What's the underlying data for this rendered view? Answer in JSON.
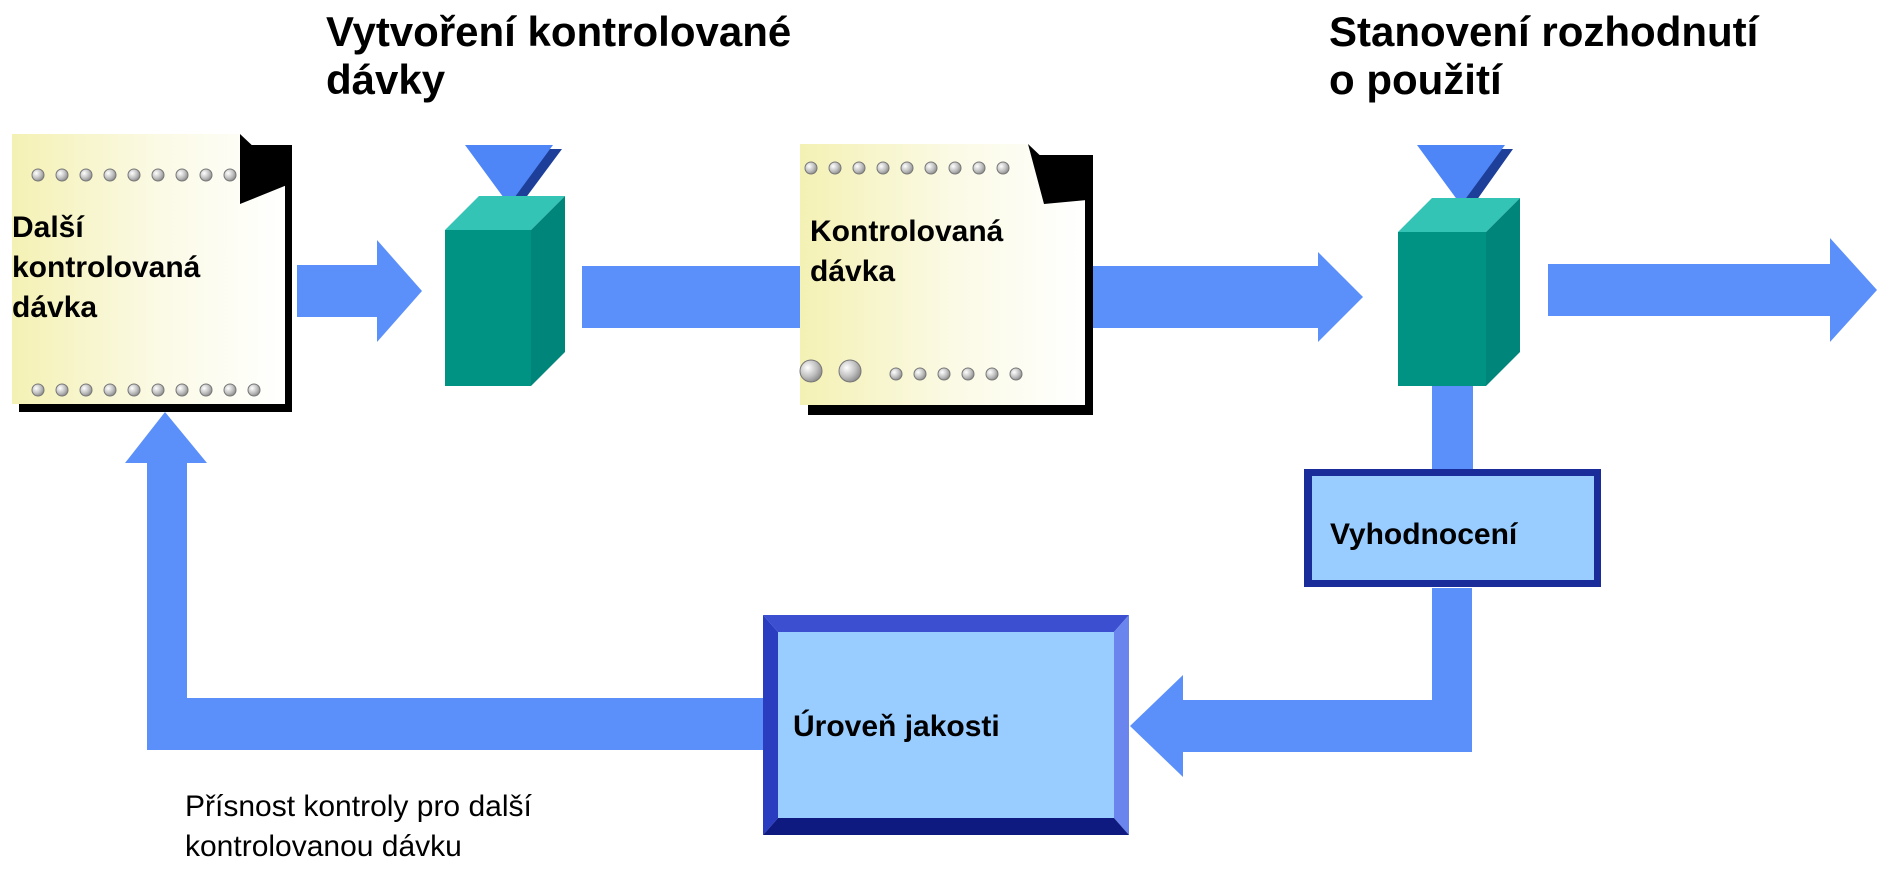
{
  "headings": {
    "create_batch": [
      "Vytvoření kontrolované",
      "dávky"
    ],
    "usage_decision": [
      "Stanovení rozhodnutí",
      "o použití"
    ]
  },
  "documents": {
    "next_batch": [
      "Další",
      "kontrolovaná",
      "dávka"
    ],
    "inspection_batch": [
      "Kontrolovaná",
      "dávka"
    ]
  },
  "boxes": {
    "evaluation": "Vyhodnocení",
    "quality_level": "Úroveň jakosti"
  },
  "caption": [
    "Přísnost kontroly pro další",
    "kontrolovanou dávku"
  ],
  "colors": {
    "arrow": "#5b8ff9",
    "cube_front": "#009282",
    "cube_top": "#33c4b5",
    "triangle": "#4f86f7",
    "box_fill": "#99ccff",
    "box_border": "#1a2c99",
    "doc_fill": "#f6f4c4"
  }
}
